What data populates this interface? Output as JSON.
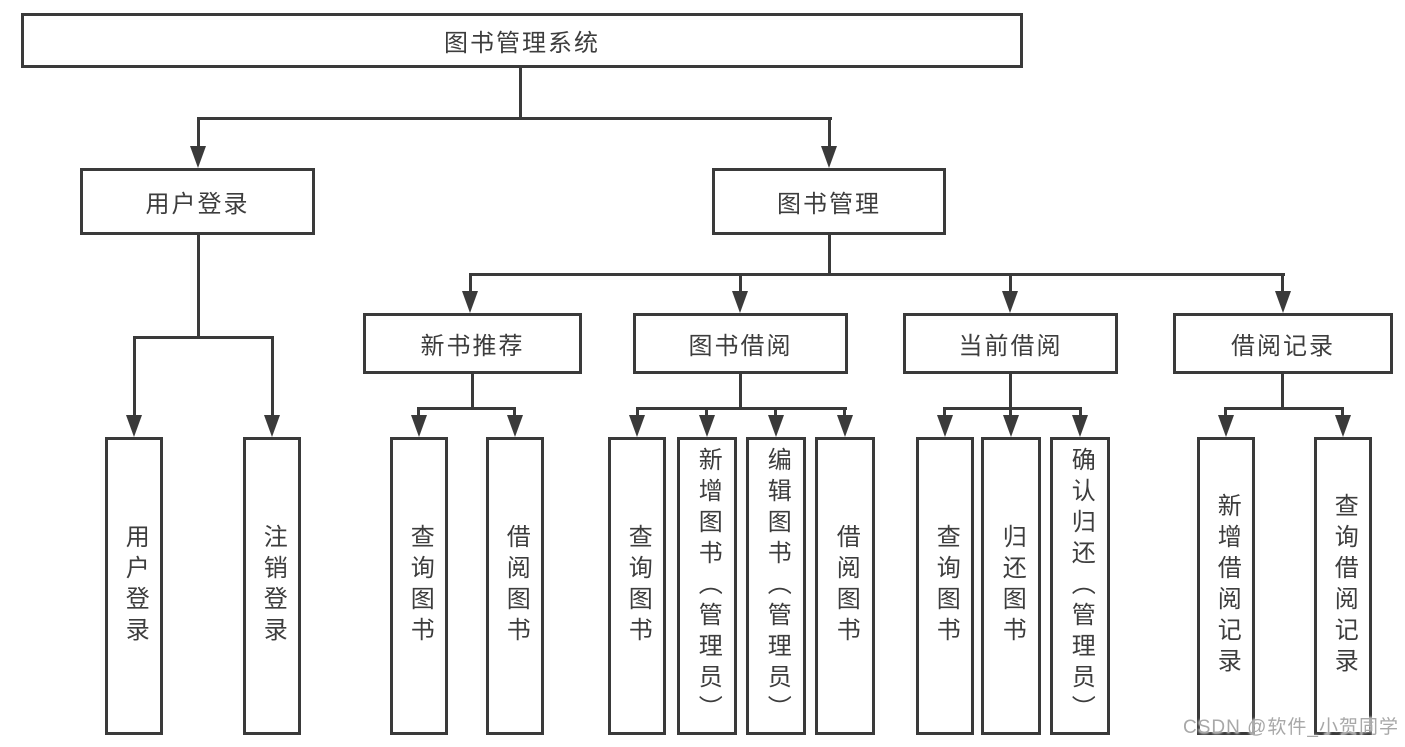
{
  "nodes": {
    "root": "图书管理系统",
    "user_login": "用户登录",
    "book_management": "图书管理",
    "new_book_recommend": "新书推荐",
    "book_borrow": "图书借阅",
    "current_borrow": "当前借阅",
    "borrow_records": "借阅记录",
    "leaf_user_login": "用户登录",
    "leaf_logout": "注销登录",
    "leaf_nbr_query_book": "查询图书",
    "leaf_nbr_borrow_book": "借阅图书",
    "leaf_bb_query_book": "查询图书",
    "leaf_bb_add_book": "新增图书（管理员）",
    "leaf_bb_edit_book": "编辑图书（管理员）",
    "leaf_bb_borrow_book": "借阅图书",
    "leaf_cb_query_book": "查询图书",
    "leaf_cb_return_book": "归还图书",
    "leaf_cb_confirm_return": "确认归还（管理员）",
    "leaf_br_add_record": "新增借阅记录",
    "leaf_br_query_record": "查询借阅记录"
  },
  "watermark": "CSDN @软件_小贺同学",
  "colors": {
    "line": "#3a3a3a",
    "text": "#3d3d3d",
    "background": "#ffffff",
    "watermark": "#a8a8a8"
  }
}
